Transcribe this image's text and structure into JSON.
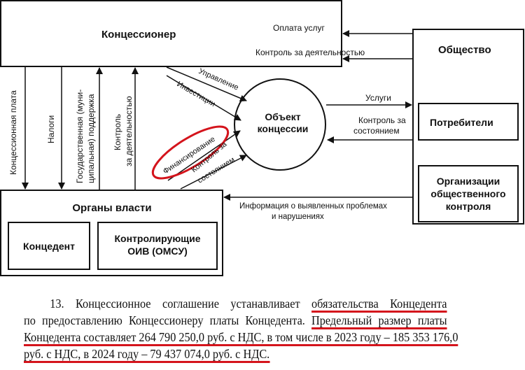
{
  "diagram": {
    "concessionaire": "Концессионер",
    "society": "Общество",
    "consumers": "Потребители",
    "public_control_orgs": [
      "Организации",
      "общественного",
      "контроля"
    ],
    "object": [
      "Объект",
      "концессии"
    ],
    "authorities": "Органы власти",
    "grantor": "Концедент",
    "controlling_bodies": [
      "Контролирующие",
      "ОИВ (ОМСУ)"
    ],
    "arrows": {
      "payment_services": "Оплата услуг",
      "activity_control": "Контроль за деятельностью",
      "management": "Управление",
      "investments": "Инвестиции",
      "financing": "Финансирование",
      "state_control": [
        "Контроль за",
        "состоянием"
      ],
      "services": "Услуги",
      "state_control_society": [
        "Контроль за",
        "состоянием"
      ],
      "problems_info": [
        "Информация о выявленных проблемах",
        "и нарушениях"
      ],
      "concession_fee": "Концессионная плата",
      "taxes": "Налоги",
      "state_support": [
        "Государственная (муни-",
        "ципальная) поддержка"
      ],
      "activity_control_vertical": [
        "Контроль",
        "за деятельностью"
      ]
    },
    "highlight_color": "#d4141c"
  },
  "document": {
    "lines": [
      [
        "13. Концессионное соглашение устанавливает ",
        "обязательства Концедента"
      ],
      [
        "по предоставлению Концессионеру платы Концедента. ",
        "Предельный размер платы"
      ],
      [
        "",
        "Концедента составляет 264 790 250,0 руб. с НДС, в том числе в 2023 году – 185 353 176,0"
      ],
      [
        "",
        "руб. с НДС, в 2024 году – 79 437 074,0 руб. с НДС."
      ]
    ]
  }
}
